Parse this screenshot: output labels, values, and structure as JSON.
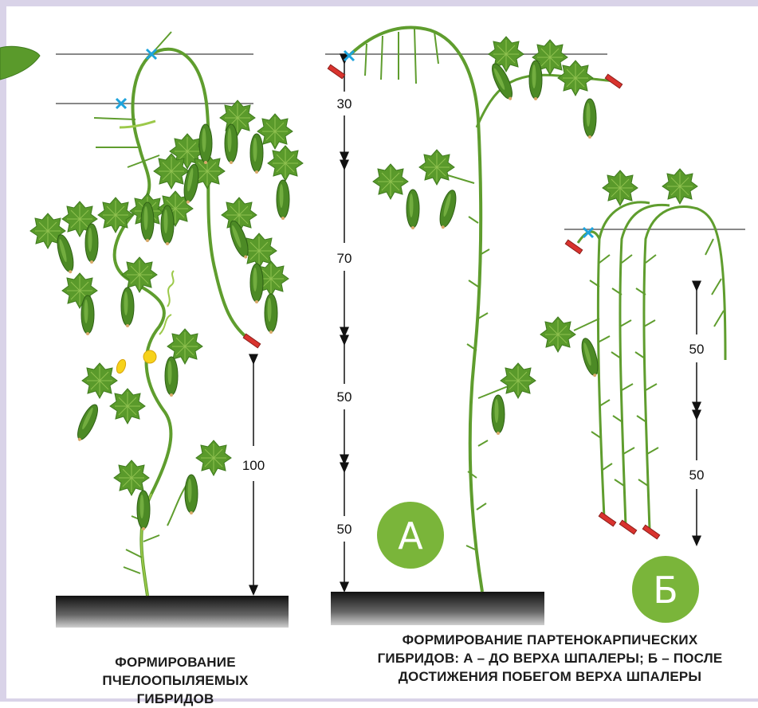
{
  "measures_left": {
    "m100": "100"
  },
  "measures_a": {
    "m30": "30",
    "m70": "70",
    "m50a": "50",
    "m50b": "50"
  },
  "measures_b": {
    "m50a": "50",
    "m50b": "50"
  },
  "badges": {
    "a": "А",
    "b": "Б"
  },
  "captions": {
    "left": [
      "ФОРМИРОВАНИЕ",
      "ПЧЕЛООПЫЛЯЕМЫХ ГИБРИДОВ"
    ],
    "right": [
      "ФОРМИРОВАНИЕ ПАРТЕНОКАРПИЧЕСКИХ",
      "ГИБРИДОВ: А – ДО ВЕРХА ШПАЛЕРЫ; Б – ПОСЛЕ",
      "ДОСТИЖЕНИЯ ПОБЕГОМ ВЕРХА ШПАЛЕРЫ"
    ]
  },
  "colors": {
    "stem": "#5f9d2e",
    "stem_light": "#9cc94a",
    "leaf": "#5a9a2b",
    "leaf_dark": "#3e7a1d",
    "fruit": "#4c8a25",
    "flower": "#f6d21b",
    "badge": "#7ab53a",
    "clip": "#d9332e",
    "cross": "#1ea3dc",
    "wire": "#888888"
  }
}
